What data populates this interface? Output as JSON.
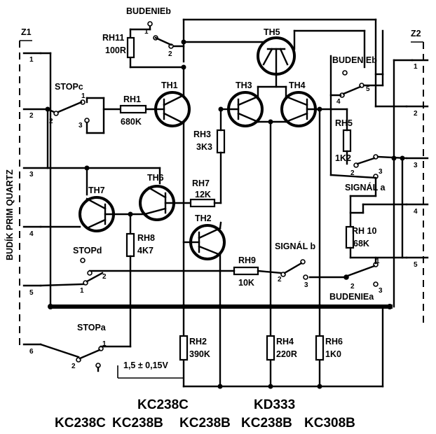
{
  "connectors": {
    "left": "Z1",
    "right": "Z2"
  },
  "side_label": "BUDÍK PRIM QUARTZ",
  "left_pins": [
    "1",
    "2",
    "3",
    "4",
    "5",
    "6"
  ],
  "right_pins": [
    "1",
    "2",
    "3",
    "4",
    "5"
  ],
  "transistors": {
    "th1": "TH1",
    "th2": "TH2",
    "th3": "TH3",
    "th4": "TH4",
    "th5": "TH5",
    "th6": "TH6",
    "th7": "TH7"
  },
  "resistors": {
    "rh1": {
      "name": "RH1",
      "value": "680K"
    },
    "rh2": {
      "name": "RH2",
      "value": "390K"
    },
    "rh3": {
      "name": "RH3",
      "value": "3K3"
    },
    "rh4": {
      "name": "RH4",
      "value": "220R"
    },
    "rh5": {
      "name": "RH5",
      "value": "1K2"
    },
    "rh6": {
      "name": "RH6",
      "value": "1K0"
    },
    "rh7": {
      "name": "RH7",
      "value": "12K"
    },
    "rh8": {
      "name": "RH8",
      "value": "4K7"
    },
    "rh9": {
      "name": "RH9",
      "value": "10K"
    },
    "rh10": {
      "name": "RH 10",
      "value": "68K"
    },
    "rh11": {
      "name": "RH11",
      "value": "100R"
    }
  },
  "switches": {
    "budenie_b_top": "BUDENIEb",
    "budenie_b_right": "BUDENIEb",
    "budenie_a": "BUDENIEa",
    "stop_c": "STOPc",
    "stop_d": "STOPd",
    "stop_a": "STOPa",
    "signal_b": "SIGNÁL b",
    "signal_a": "SIGNÁL a"
  },
  "switch_terminals": [
    "1",
    "2",
    "3",
    "4",
    "5"
  ],
  "supply_voltage": "1,5 ± 0,15V",
  "parts_line1": {
    "left": "KC238C",
    "right": "KD333"
  },
  "parts_line2": [
    "KC238C",
    "KC238B",
    "KC238B",
    "KC238B",
    "KC308B"
  ]
}
